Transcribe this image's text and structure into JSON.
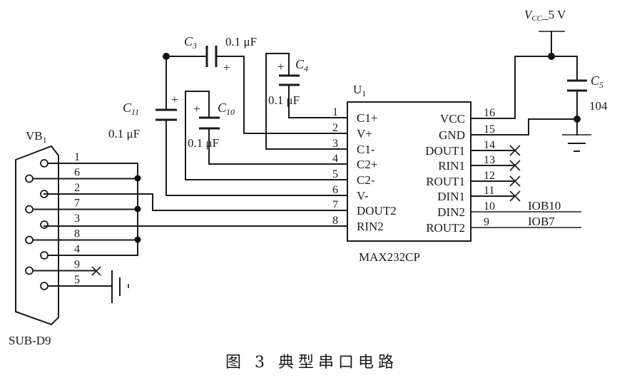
{
  "figure": {
    "caption": "图 3    典型串口电路"
  },
  "connector": {
    "name": "VB",
    "name_sub": "1",
    "type": "SUB-D9",
    "pins": [
      {
        "num": "1",
        "row": "inner"
      },
      {
        "num": "6",
        "row": "outer"
      },
      {
        "num": "2",
        "row": "inner"
      },
      {
        "num": "7",
        "row": "outer"
      },
      {
        "num": "3",
        "row": "inner"
      },
      {
        "num": "8",
        "row": "outer"
      },
      {
        "num": "4",
        "row": "inner"
      },
      {
        "num": "9",
        "row": "outer"
      },
      {
        "num": "5",
        "row": "inner"
      }
    ]
  },
  "chip": {
    "ref": "U",
    "ref_sub": "1",
    "part": "MAX232CP",
    "left_pins": [
      {
        "num": "1",
        "name": "C1+"
      },
      {
        "num": "2",
        "name": "V+"
      },
      {
        "num": "3",
        "name": "C1-"
      },
      {
        "num": "4",
        "name": "C2+"
      },
      {
        "num": "5",
        "name": "C2-"
      },
      {
        "num": "6",
        "name": "V-"
      },
      {
        "num": "7",
        "name": "DOUT2"
      },
      {
        "num": "8",
        "name": "RIN2"
      }
    ],
    "right_pins": [
      {
        "num": "16",
        "name": "VCC",
        "net": ""
      },
      {
        "num": "15",
        "name": "GND",
        "net": ""
      },
      {
        "num": "14",
        "name": "DOUT1",
        "net": "NC"
      },
      {
        "num": "13",
        "name": "RIN1",
        "net": "NC"
      },
      {
        "num": "12",
        "name": "ROUT1",
        "net": "NC"
      },
      {
        "num": "11",
        "name": "DIN1",
        "net": "NC"
      },
      {
        "num": "10",
        "name": "DIN2",
        "net": "IOB10"
      },
      {
        "num": "9",
        "name": "ROUT2",
        "net": "IOB7"
      }
    ]
  },
  "capacitors": {
    "c3": {
      "name": "C",
      "sub": "3",
      "value": "0.1 μF",
      "plus": "+"
    },
    "c4": {
      "name": "C",
      "sub": "4",
      "value": "0.1 μF",
      "plus": "+"
    },
    "c10": {
      "name": "C",
      "sub": "10",
      "value": "0.1 μF",
      "plus": "+"
    },
    "c11": {
      "name": "C",
      "sub": "11",
      "value": "0.1 μF",
      "plus": "+"
    },
    "c5": {
      "name": "C",
      "sub": "5",
      "value": "104"
    }
  },
  "power": {
    "vcc_label": "V",
    "vcc_sub": "CC",
    "vcc_rest": "_5 V"
  },
  "colors": {
    "ink": "#1a1a1a",
    "paper": "#ffffff"
  }
}
